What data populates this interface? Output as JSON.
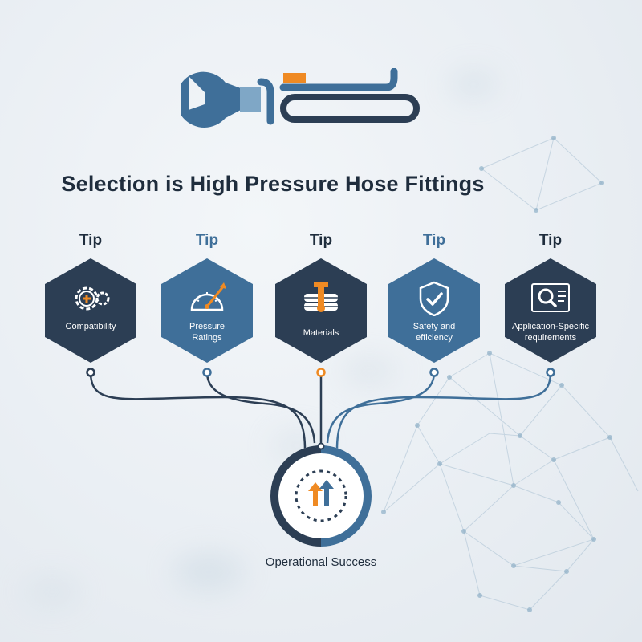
{
  "title": "Selection is High Pressure Hose Fittings",
  "colors": {
    "navy": "#2c3e54",
    "blue": "#3f6f99",
    "orange": "#ef8a23",
    "text": "#1f2d3d",
    "network": "#9fb8cc"
  },
  "tips": [
    {
      "label": "Tip",
      "text": "Compatibility",
      "icon": "gears-icon",
      "fill": "#2c3e54",
      "label_color": "#1f2d3d",
      "dot_color": "#2c3e54"
    },
    {
      "label": "Tip",
      "text": "Pressure Ratings",
      "icon": "gauge-icon",
      "fill": "#3f6f99",
      "label_color": "#3f6f99",
      "dot_color": "#3f6f99"
    },
    {
      "label": "Tip",
      "text": "Materials",
      "icon": "materials-icon",
      "fill": "#2c3e54",
      "label_color": "#1f2d3d",
      "dot_color": "#ef8a23"
    },
    {
      "label": "Tip",
      "text": "Safety and efficiency",
      "icon": "shield-check-icon",
      "fill": "#3f6f99",
      "label_color": "#3f6f99",
      "dot_color": "#3f6f99"
    },
    {
      "label": "Tip",
      "text": "Application-Specific requirements",
      "icon": "document-search-icon",
      "fill": "#2c3e54",
      "label_color": "#1f2d3d",
      "dot_color": "#3f6f99"
    }
  ],
  "outcome": {
    "label": "Operational Success",
    "icon": "growth-arrows-icon"
  },
  "logo_icon": "wrench-hose-icon"
}
